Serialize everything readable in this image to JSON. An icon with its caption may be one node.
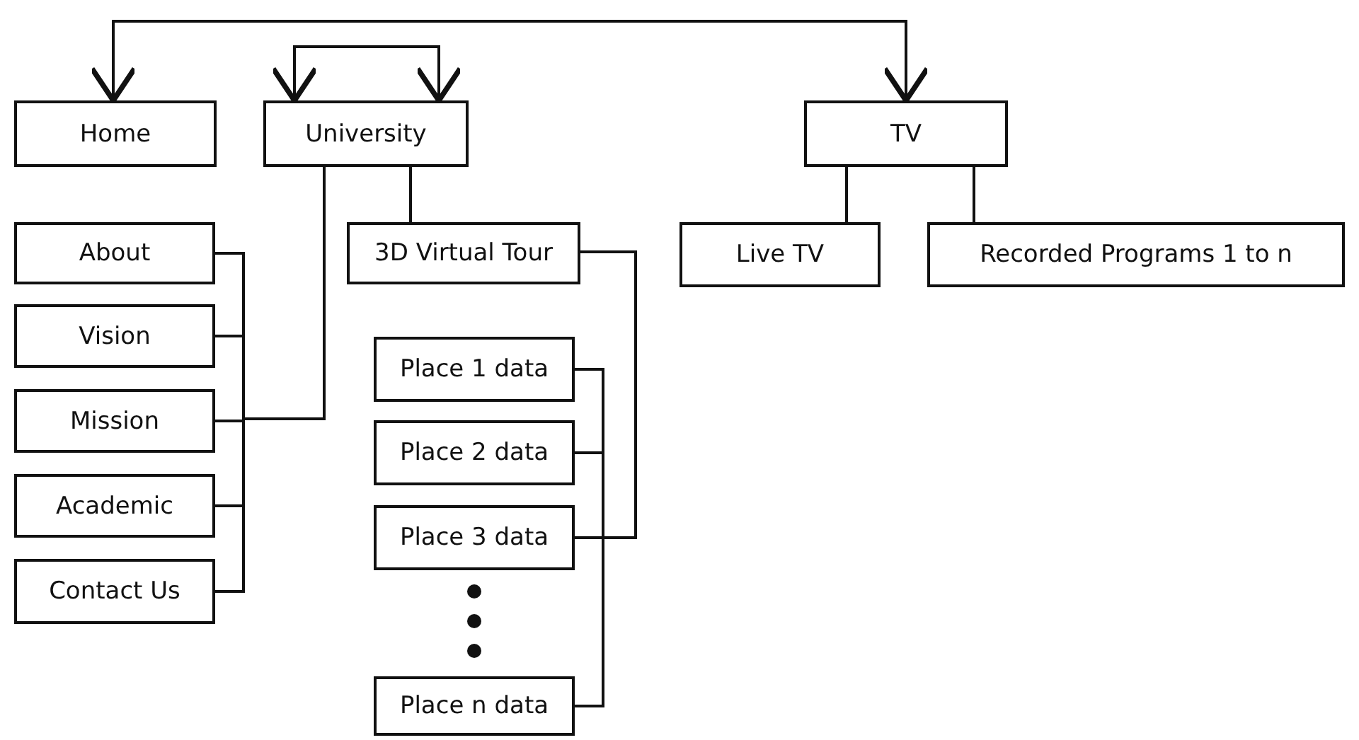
{
  "diagram": {
    "nodes": [
      {
        "text": [
          "Home"
        ]
      },
      {
        "text": [
          "University"
        ]
      },
      {
        "text": [
          "TV"
        ]
      },
      {
        "text": [
          "About"
        ]
      },
      {
        "text": [
          "Vision"
        ]
      },
      {
        "text": [
          "Mission"
        ]
      },
      {
        "text": [
          "Academic"
        ]
      },
      {
        "text": [
          "Contact Us"
        ]
      },
      {
        "text": [
          "3D Virtual Tour"
        ]
      },
      {
        "text": [
          "Live TV"
        ]
      },
      {
        "text": [
          "Recorded Programs 1 to n"
        ]
      },
      {
        "text": [
          "Place 1 data"
        ]
      },
      {
        "text": [
          "Place 2 data"
        ]
      },
      {
        "text": [
          "Place 3 data"
        ]
      },
      {
        "text": [
          "Place n data"
        ]
      }
    ],
    "edges": [
      {
        "from": 0,
        "to": 2,
        "arrow": "both"
      },
      {
        "from": 1,
        "to": 1,
        "arrow": "both"
      },
      {
        "from": 1,
        "to": 3,
        "arrow": "none"
      },
      {
        "from": 1,
        "to": 4,
        "arrow": "none"
      },
      {
        "from": 1,
        "to": 5,
        "arrow": "none"
      },
      {
        "from": 1,
        "to": 6,
        "arrow": "none"
      },
      {
        "from": 1,
        "to": 7,
        "arrow": "none"
      },
      {
        "from": 1,
        "to": 8,
        "arrow": "none"
      },
      {
        "from": 8,
        "to": 11,
        "arrow": "none"
      },
      {
        "from": 8,
        "to": 12,
        "arrow": "none"
      },
      {
        "from": 8,
        "to": 13,
        "arrow": "none"
      },
      {
        "from": 8,
        "to": 14,
        "arrow": "none"
      },
      {
        "from": 2,
        "to": 9,
        "arrow": "none"
      },
      {
        "from": 2,
        "to": 10,
        "arrow": "none"
      }
    ]
  }
}
